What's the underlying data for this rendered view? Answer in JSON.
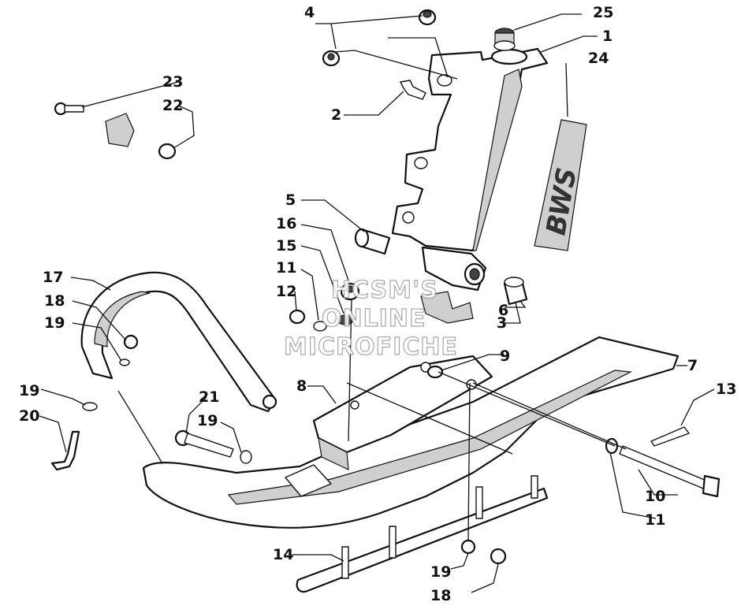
{
  "watermark": {
    "line1": "HCSM'S",
    "line2": "ONLINE",
    "line3": "MICROFICHE"
  },
  "decal_text": "BWS",
  "callouts": {
    "c1": "1",
    "c2": "2",
    "c3": "3",
    "c4": "4",
    "c5": "5",
    "c6": "6",
    "c7": "7",
    "c8": "8",
    "c9": "9",
    "c10": "10",
    "c11a": "11",
    "c11b": "11",
    "c12": "12",
    "c13": "13",
    "c14": "14",
    "c15": "15",
    "c16": "16",
    "c17": "17",
    "c18a": "18",
    "c18b": "18",
    "c19a": "19",
    "c19b": "19",
    "c19c": "19",
    "c19d": "19",
    "c20": "20",
    "c21": "21",
    "c22": "22",
    "c23": "23",
    "c24": "24",
    "c25": "25"
  }
}
